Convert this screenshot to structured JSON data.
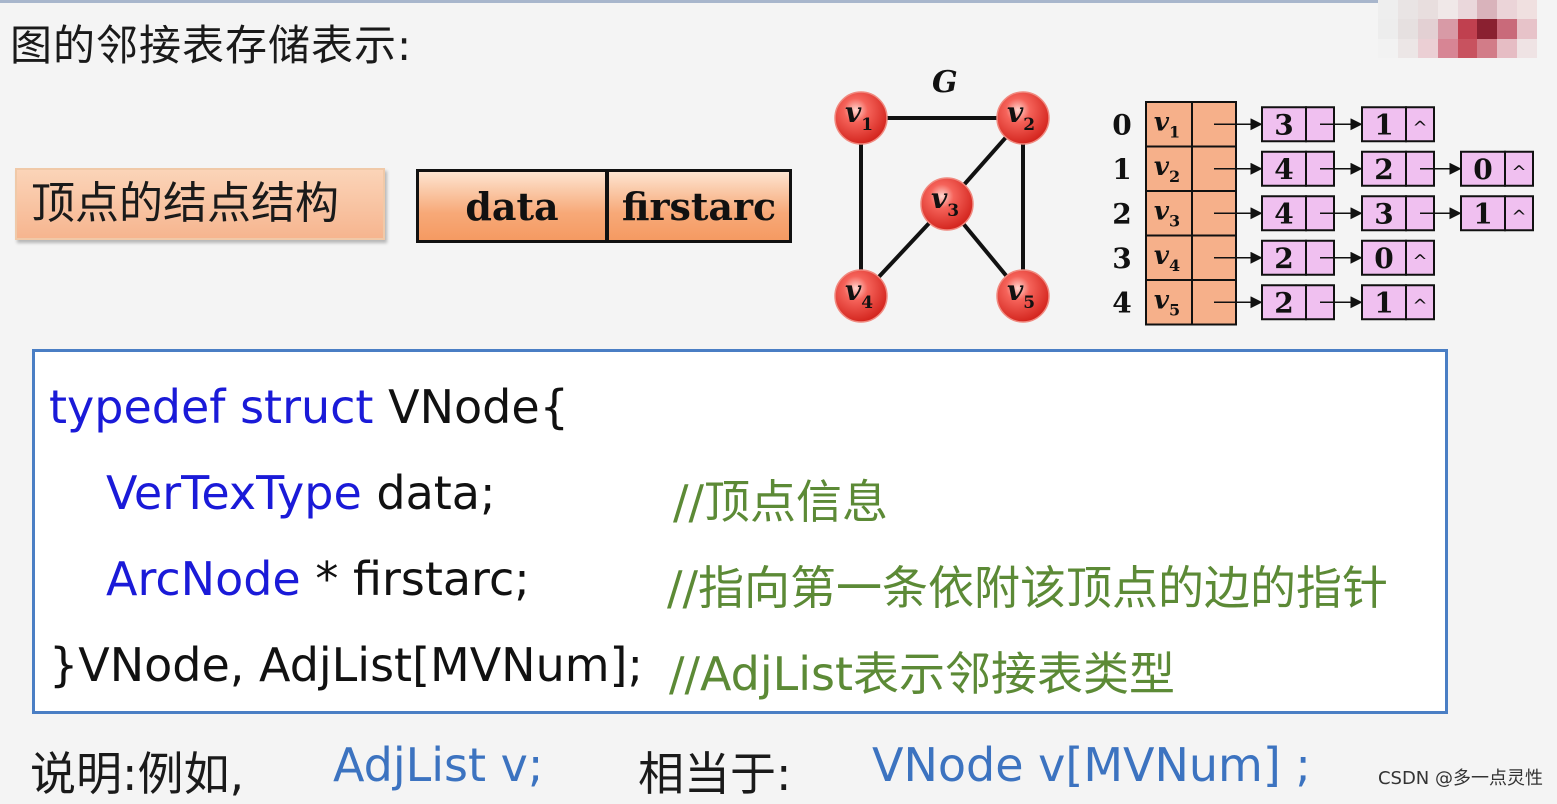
{
  "page_title": "图的邻接表存储表示:",
  "node_structure_label": "顶点的结点结构",
  "struct_fields": [
    "data",
    "firstarc"
  ],
  "graph": {
    "name": "G",
    "vertices": [
      {
        "id": "v1",
        "base": "v",
        "sub": "1"
      },
      {
        "id": "v2",
        "base": "v",
        "sub": "2"
      },
      {
        "id": "v3",
        "base": "v",
        "sub": "3"
      },
      {
        "id": "v4",
        "base": "v",
        "sub": "4"
      },
      {
        "id": "v5",
        "base": "v",
        "sub": "5"
      }
    ],
    "edges": [
      [
        "v1",
        "v2"
      ],
      [
        "v1",
        "v4"
      ],
      [
        "v2",
        "v3"
      ],
      [
        "v2",
        "v5"
      ],
      [
        "v3",
        "v4"
      ],
      [
        "v3",
        "v5"
      ]
    ],
    "node_color": "#e53a33"
  },
  "adjacency_list": [
    {
      "index": "0",
      "vertex_base": "v",
      "vertex_sub": "1",
      "neighbors": [
        "3",
        "1"
      ]
    },
    {
      "index": "1",
      "vertex_base": "v",
      "vertex_sub": "2",
      "neighbors": [
        "4",
        "2",
        "0"
      ]
    },
    {
      "index": "2",
      "vertex_base": "v",
      "vertex_sub": "3",
      "neighbors": [
        "4",
        "3",
        "1"
      ]
    },
    {
      "index": "3",
      "vertex_base": "v",
      "vertex_sub": "4",
      "neighbors": [
        "2",
        "0"
      ]
    },
    {
      "index": "4",
      "vertex_base": "v",
      "vertex_sub": "5",
      "neighbors": [
        "2",
        "1"
      ]
    }
  ],
  "adjacency_end_symbol": "^",
  "code": {
    "line1": {
      "keywords": "typedef struct",
      "rest": " VNode{"
    },
    "line2": {
      "type": "VerTexType",
      "rest": " data;",
      "comment": "//顶点信息"
    },
    "line3": {
      "type": "ArcNode",
      "rest": " * firstarc;",
      "comment": "//指向第一条依附该顶点的边的指针"
    },
    "line4": {
      "text": "}VNode, AdjList[MVNum];",
      "comment": "//AdjList表示邻接表类型"
    }
  },
  "note": {
    "label": "说明:例如,",
    "example": "AdjList v;",
    "equiv_label": "相当于:",
    "equiv_code": "VNode v[MVNum] ;"
  },
  "watermark": "CSDN @多一点灵性",
  "colors": {
    "keyword": "#1a1ad8",
    "comment": "#5c8a36",
    "note_code": "#3c73c0",
    "code_border": "#4a7ec4",
    "cell_fill": "#f6b08a",
    "list_node_fill": "#f0c0f0"
  }
}
